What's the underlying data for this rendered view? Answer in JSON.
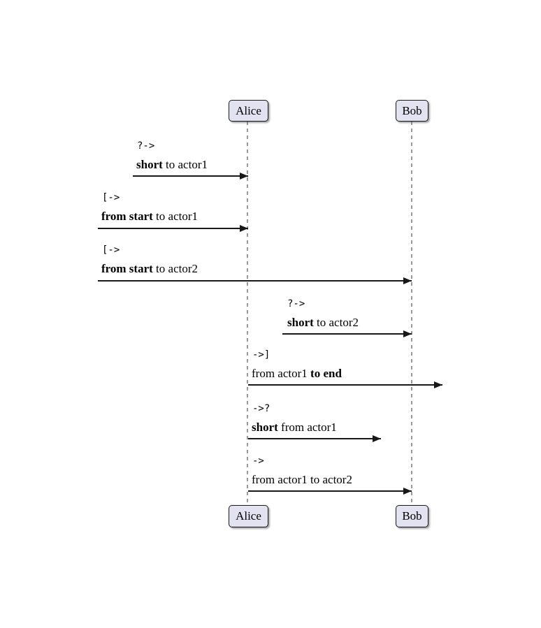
{
  "diagram": {
    "type": "sequence-diagram",
    "actors": [
      {
        "name": "Alice"
      },
      {
        "name": "Bob"
      }
    ],
    "colors": {
      "background": "#FFFFFF",
      "actor_fill": "#E2E2F0",
      "actor_border": "#181818",
      "lifeline": "#999999",
      "arrow": "#181818",
      "text": "#000000"
    },
    "messages": [
      {
        "operator": "?->",
        "parts": [
          {
            "text": "short",
            "bold": true
          },
          {
            "text": " to actor1",
            "bold": false
          }
        ]
      },
      {
        "operator": "[->",
        "parts": [
          {
            "text": "from start",
            "bold": true
          },
          {
            "text": " to actor1",
            "bold": false
          }
        ]
      },
      {
        "operator": "[->",
        "parts": [
          {
            "text": "from start",
            "bold": true
          },
          {
            "text": " to actor2",
            "bold": false
          }
        ]
      },
      {
        "operator": "?->",
        "parts": [
          {
            "text": "short",
            "bold": true
          },
          {
            "text": " to actor2",
            "bold": false
          }
        ]
      },
      {
        "operator": "->]",
        "parts": [
          {
            "text": "from actor1 ",
            "bold": false
          },
          {
            "text": "to end",
            "bold": true
          }
        ]
      },
      {
        "operator": "->?",
        "parts": [
          {
            "text": "short",
            "bold": true
          },
          {
            "text": " from actor1",
            "bold": false
          }
        ]
      },
      {
        "operator": "->",
        "parts": [
          {
            "text": "from actor1 to actor2",
            "bold": false
          }
        ]
      }
    ]
  }
}
